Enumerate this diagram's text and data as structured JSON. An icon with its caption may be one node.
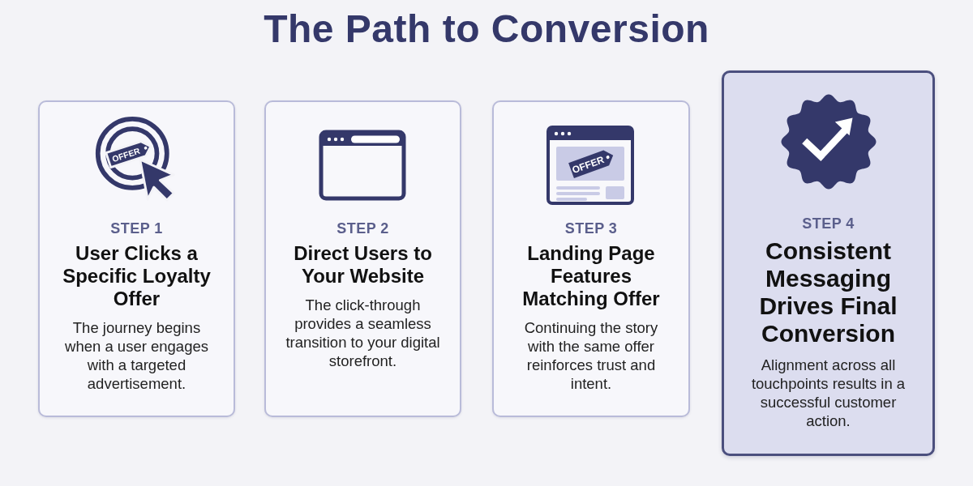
{
  "diagram": {
    "title": "The Path to Conversion",
    "nodes": [
      {
        "text": [
          "STEP 1",
          "User Clicks a Specific Loyalty Offer",
          "The journey begins when a user engages with a targeted advertisement."
        ]
      },
      {
        "text": [
          "STEP 2",
          "Direct Users to Your Website",
          "The click-through provides a seamless transition to your digital storefront."
        ]
      },
      {
        "text": [
          "STEP 3",
          "Landing Page Features Matching Offer",
          "Continuing the story with the same offer reinforces trust and intent."
        ]
      },
      {
        "text": [
          "STEP 4",
          "Consistent Messaging Drives Final Conversion",
          "Alignment across all touchpoints results in a successful customer action."
        ]
      }
    ],
    "labels": [
      "OFFER",
      "OFFER"
    ]
  }
}
